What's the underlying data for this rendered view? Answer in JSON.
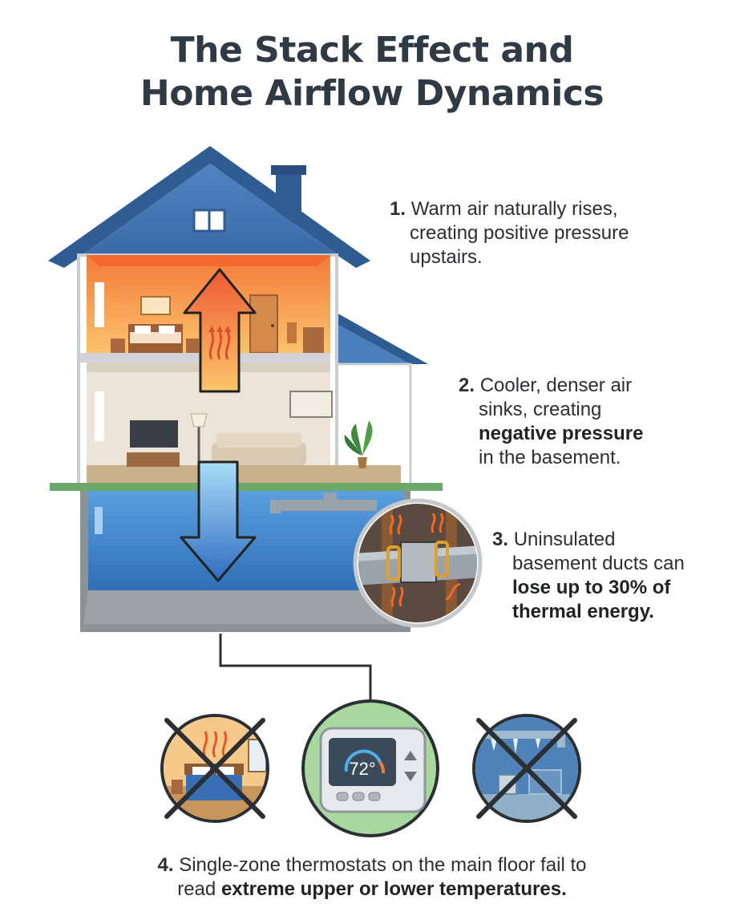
{
  "title": {
    "line1": "The Stack Effect and",
    "line2": "Home Airflow Dynamics"
  },
  "notes": {
    "n1": {
      "num": "1.",
      "line1": "Warm air naturally rises,",
      "line2": "creating positive pressure",
      "line3": "upstairs."
    },
    "n2": {
      "num": "2.",
      "line1": "Cooler, denser air",
      "line2": "sinks, creating",
      "bold": "negative pressure",
      "line4": "in the basement."
    },
    "n3": {
      "num": "3.",
      "line1": "Uninsulated",
      "line2": "basement ducts can",
      "bold1": "lose up to 30% of",
      "bold2": "thermal energy."
    },
    "n4": {
      "num": "4.",
      "line1": "Single-zone thermostats on the main floor fail to",
      "pre": "read",
      "bold": "extreme upper or lower temperatures."
    }
  },
  "thermostat": {
    "reading": "72°"
  },
  "icons": {
    "warm_arrow": "up-arrow-icon",
    "cool_arrow": "down-arrow-icon",
    "duct": "duct-detail-icon",
    "thermostat": "thermostat-icon",
    "hot_room": "hot-bedroom-icon",
    "cold_room": "cold-basement-icon",
    "cross": "x-cross-icon"
  },
  "colors": {
    "roof": "#3d6ea8",
    "upper_floor": "#f6a24a",
    "main_floor": "#ece4d8",
    "basement": "#3f84c8",
    "warm_arrow": "#ef6a3c",
    "cool_arrow": "#7fc3ec",
    "ground": "#6aa96a"
  }
}
